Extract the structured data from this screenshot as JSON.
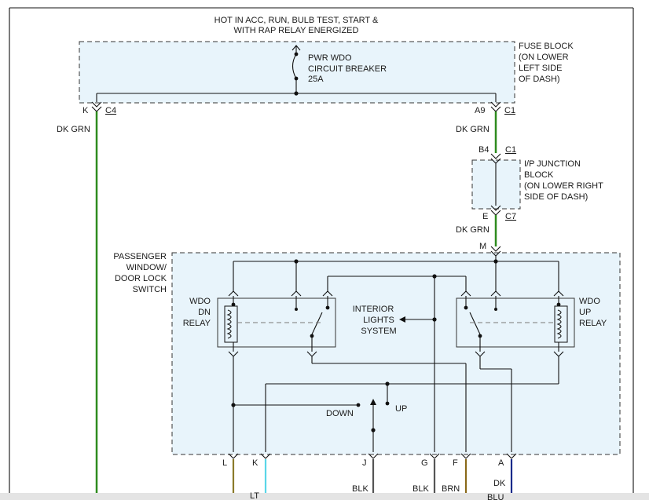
{
  "header": {
    "line1": "HOT IN ACC, RUN, BULB TEST, START &",
    "line2": "WITH RAP RELAY ENERGIZED"
  },
  "fuse_block": {
    "label": [
      "FUSE BLOCK",
      "(ON LOWER",
      "LEFT SIDE",
      "OF DASH)"
    ],
    "breaker": [
      "PWR WDO",
      "CIRCUIT BREAKER",
      "25A"
    ],
    "left_pin": "K",
    "left_connector": "C4",
    "right_pin": "A9",
    "right_connector": "C1"
  },
  "ip_junction": {
    "label": [
      "I/P JUNCTION",
      "BLOCK",
      "(ON LOWER RIGHT",
      "SIDE OF DASH)"
    ],
    "top_pin": "B4",
    "top_connector": "C1",
    "bottom_pin": "E",
    "bottom_connector": "C7"
  },
  "wires": {
    "left_dk_grn": "DK GRN",
    "right_dk_grn_1": "DK GRN",
    "right_dk_grn_2": "DK GRN"
  },
  "switch": {
    "label": [
      "PASSENGER",
      "WINDOW/",
      "DOOR LOCK",
      "SWITCH"
    ],
    "input_pin": "M",
    "dn_relay": [
      "WDO",
      "DN",
      "RELAY"
    ],
    "up_relay": [
      "WDO",
      "UP",
      "RELAY"
    ],
    "interior": [
      "INTERIOR",
      "LIGHTS",
      "SYSTEM"
    ],
    "down_label": "DOWN",
    "up_label": "UP"
  },
  "bottom_pins": [
    {
      "pin": "L",
      "color": "#8a7a2a"
    },
    {
      "pin": "K",
      "color": "#5ad6e8"
    },
    {
      "pin": "J",
      "color": "#555555"
    },
    {
      "pin": "G",
      "color": "#555555"
    },
    {
      "pin": "F",
      "color": "#8a6a1a"
    },
    {
      "pin": "A",
      "color": "#1a2a8a"
    }
  ],
  "bottom_wire_labels": {
    "k": "LT",
    "j": "BLK",
    "g": "BLK",
    "f": "BRN",
    "a": [
      "DK",
      "BLU"
    ]
  },
  "colors": {
    "dk_grn": "#2e8b1e",
    "panel": "#e8f4fb"
  }
}
